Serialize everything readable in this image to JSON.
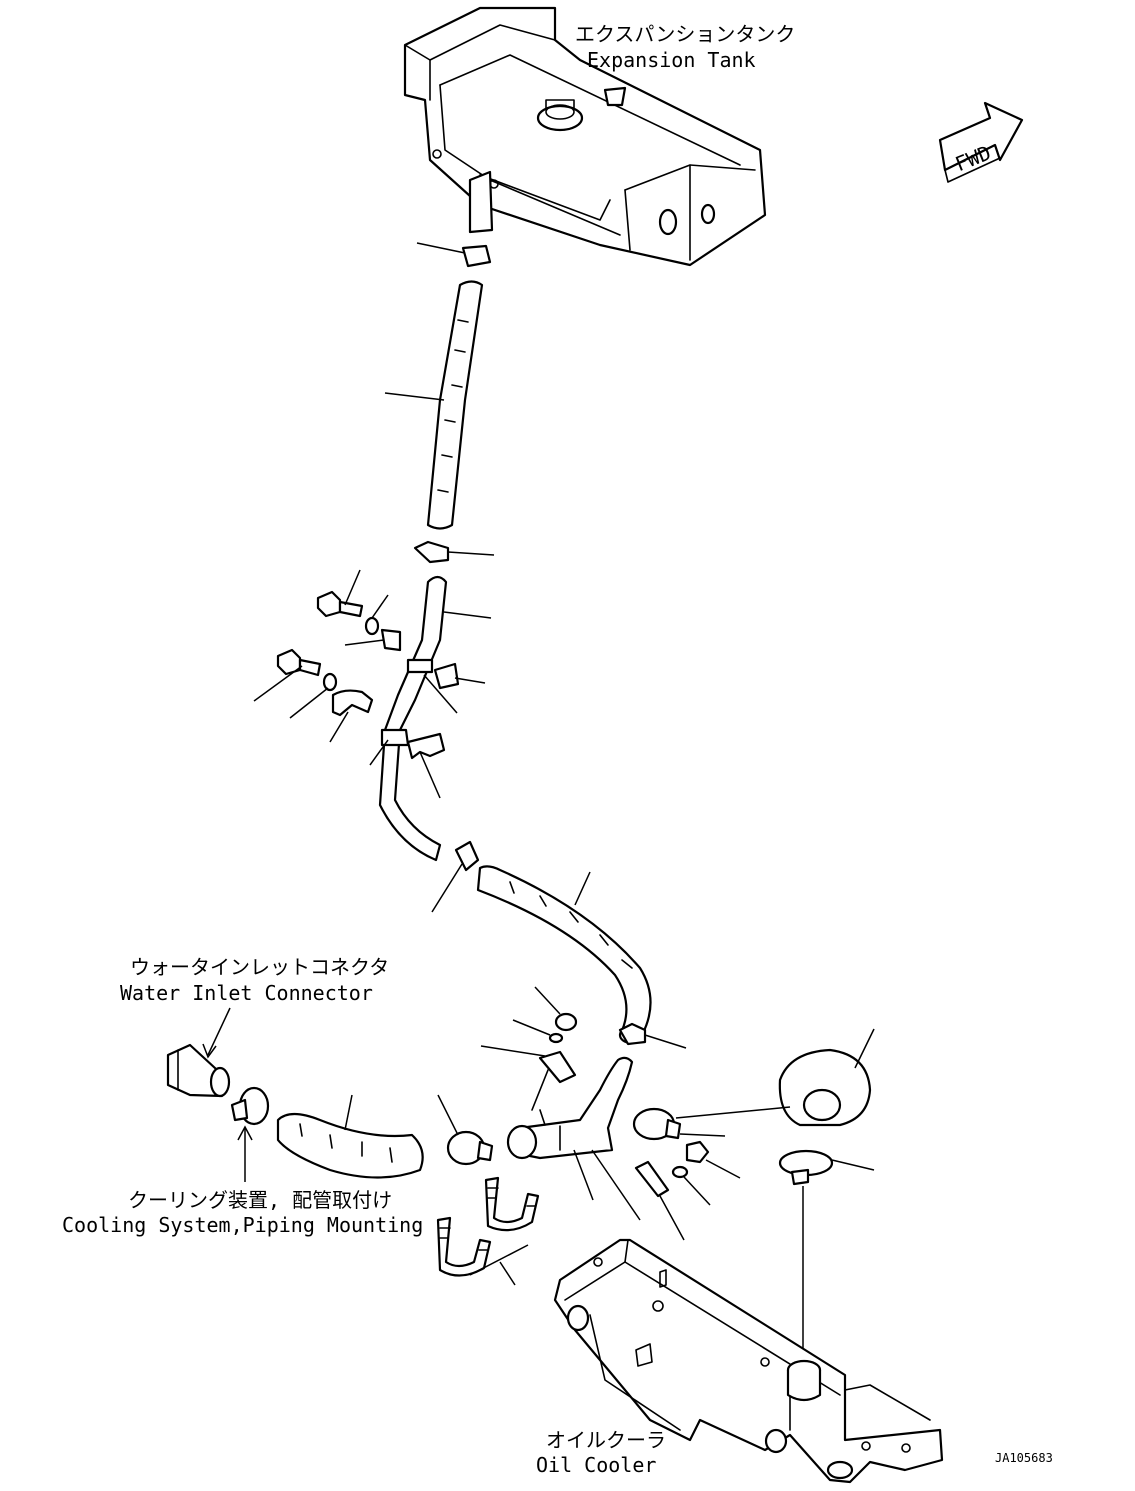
{
  "labels": {
    "expansion_tank_jp": "エクスパンションタンク",
    "expansion_tank_en": "Expansion Tank",
    "water_inlet_jp": "ウォータインレットコネクタ",
    "water_inlet_en": "Water Inlet Connector",
    "cooling_system_jp": "クーリング装置, 配管取付け",
    "cooling_system_en": "Cooling System,Piping Mounting",
    "oil_cooler_jp": "オイルクーラ",
    "oil_cooler_en": "Oil Cooler",
    "fwd": "FWD",
    "drawing_code": "JA105683"
  },
  "icons": {
    "direction_arrow": "fwd-arrow-icon"
  }
}
